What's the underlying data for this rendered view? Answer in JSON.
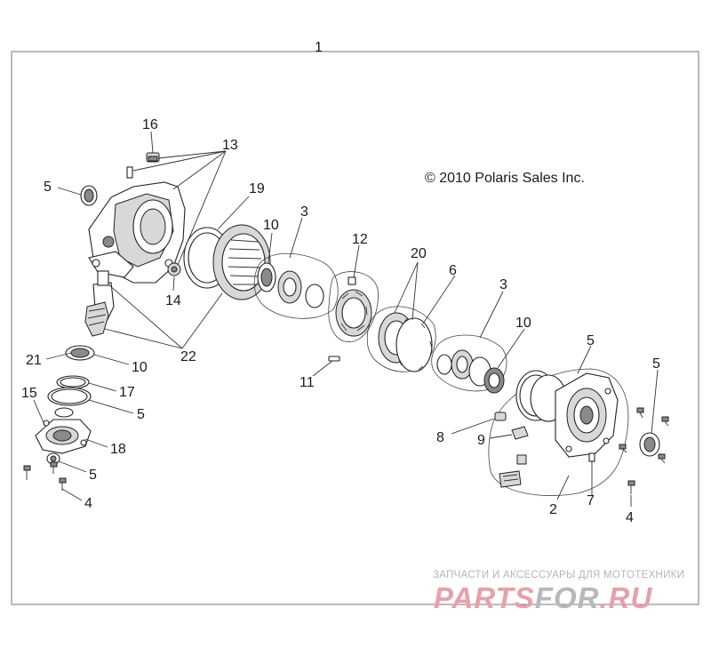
{
  "diagram": {
    "copyright": "© 2010 Polaris Sales Inc.",
    "callouts": {
      "c1": "1",
      "c2": "2",
      "c3a": "3",
      "c3b": "3",
      "c4a": "4",
      "c4b": "4",
      "c5a": "5",
      "c5b": "5",
      "c5c": "5",
      "c5d": "5",
      "c5e": "5",
      "c6": "6",
      "c7": "7",
      "c8": "8",
      "c9": "9",
      "c10a": "10",
      "c10b": "10",
      "c10c": "10",
      "c11": "11",
      "c12": "12",
      "c13": "13",
      "c14": "14",
      "c15": "15",
      "c16": "16",
      "c17": "17",
      "c18": "18",
      "c19": "19",
      "c20": "20",
      "c21": "21",
      "c22": "22"
    }
  },
  "watermark": {
    "subtitle": "ЗАПЧАСТИ И АКСЕССУАРЫ ДЛЯ МОТОТЕХНИКИ",
    "logo_part1": "PARTS",
    "logo_part2": "FOR",
    "logo_part3": ".RU",
    "color_red": "#e8a0a8",
    "color_grey": "#b8b8b8"
  }
}
